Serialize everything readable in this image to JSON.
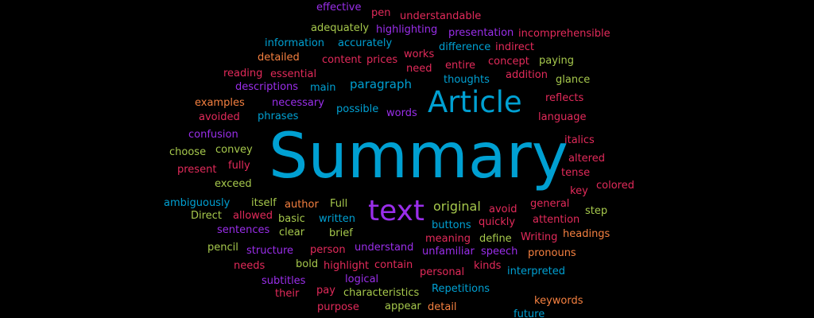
{
  "palette": {
    "cyan": "#00a0d2",
    "red": "#e22a5a",
    "orange": "#f58040",
    "green": "#a6c84c",
    "purple": "#9a2eea"
  },
  "words": [
    {
      "text": "Summary",
      "color": "cyan"
    },
    {
      "text": "Article",
      "color": "cyan"
    },
    {
      "text": "text",
      "color": "purple"
    },
    {
      "text": "paragraph",
      "color": "cyan"
    },
    {
      "text": "original",
      "color": "green"
    },
    {
      "text": "effective",
      "color": "purple"
    },
    {
      "text": "pen",
      "color": "red"
    },
    {
      "text": "understandable",
      "color": "red"
    },
    {
      "text": "adequately",
      "color": "green"
    },
    {
      "text": "highlighting",
      "color": "purple"
    },
    {
      "text": "presentation",
      "color": "purple"
    },
    {
      "text": "incomprehensible",
      "color": "red"
    },
    {
      "text": "information",
      "color": "cyan"
    },
    {
      "text": "accurately",
      "color": "cyan"
    },
    {
      "text": "difference",
      "color": "cyan"
    },
    {
      "text": "indirect",
      "color": "red"
    },
    {
      "text": "detailed",
      "color": "orange"
    },
    {
      "text": "content",
      "color": "red"
    },
    {
      "text": "prices",
      "color": "red"
    },
    {
      "text": "works",
      "color": "red"
    },
    {
      "text": "concept",
      "color": "red"
    },
    {
      "text": "paying",
      "color": "green"
    },
    {
      "text": "entire",
      "color": "red"
    },
    {
      "text": "reading",
      "color": "red"
    },
    {
      "text": "essential",
      "color": "red"
    },
    {
      "text": "need",
      "color": "red"
    },
    {
      "text": "addition",
      "color": "red"
    },
    {
      "text": "thoughts",
      "color": "cyan"
    },
    {
      "text": "glance",
      "color": "green"
    },
    {
      "text": "descriptions",
      "color": "purple"
    },
    {
      "text": "main",
      "color": "cyan"
    },
    {
      "text": "reflects",
      "color": "red"
    },
    {
      "text": "examples",
      "color": "orange"
    },
    {
      "text": "necessary",
      "color": "purple"
    },
    {
      "text": "possible",
      "color": "cyan"
    },
    {
      "text": "avoided",
      "color": "red"
    },
    {
      "text": "phrases",
      "color": "cyan"
    },
    {
      "text": "words",
      "color": "purple"
    },
    {
      "text": "language",
      "color": "red"
    },
    {
      "text": "confusion",
      "color": "purple"
    },
    {
      "text": "italics",
      "color": "red"
    },
    {
      "text": "choose",
      "color": "green"
    },
    {
      "text": "convey",
      "color": "green"
    },
    {
      "text": "altered",
      "color": "red"
    },
    {
      "text": "present",
      "color": "red"
    },
    {
      "text": "fully",
      "color": "red"
    },
    {
      "text": "tense",
      "color": "red"
    },
    {
      "text": "exceed",
      "color": "green"
    },
    {
      "text": "key",
      "color": "red"
    },
    {
      "text": "colored",
      "color": "red"
    },
    {
      "text": "ambiguously",
      "color": "cyan"
    },
    {
      "text": "itself",
      "color": "green"
    },
    {
      "text": "author",
      "color": "orange"
    },
    {
      "text": "Full",
      "color": "green"
    },
    {
      "text": "general",
      "color": "red"
    },
    {
      "text": "avoid",
      "color": "red"
    },
    {
      "text": "step",
      "color": "green"
    },
    {
      "text": "Direct",
      "color": "green"
    },
    {
      "text": "allowed",
      "color": "red"
    },
    {
      "text": "basic",
      "color": "green"
    },
    {
      "text": "written",
      "color": "cyan"
    },
    {
      "text": "quickly",
      "color": "red"
    },
    {
      "text": "attention",
      "color": "red"
    },
    {
      "text": "sentences",
      "color": "purple"
    },
    {
      "text": "clear",
      "color": "green"
    },
    {
      "text": "brief",
      "color": "green"
    },
    {
      "text": "buttons",
      "color": "cyan"
    },
    {
      "text": "headings",
      "color": "orange"
    },
    {
      "text": "meaning",
      "color": "red"
    },
    {
      "text": "define",
      "color": "green"
    },
    {
      "text": "Writing",
      "color": "red"
    },
    {
      "text": "pencil",
      "color": "green"
    },
    {
      "text": "structure",
      "color": "purple"
    },
    {
      "text": "person",
      "color": "red"
    },
    {
      "text": "understand",
      "color": "purple"
    },
    {
      "text": "unfamiliar",
      "color": "purple"
    },
    {
      "text": "speech",
      "color": "purple"
    },
    {
      "text": "pronouns",
      "color": "orange"
    },
    {
      "text": "needs",
      "color": "red"
    },
    {
      "text": "bold",
      "color": "green"
    },
    {
      "text": "highlight",
      "color": "red"
    },
    {
      "text": "contain",
      "color": "red"
    },
    {
      "text": "kinds",
      "color": "red"
    },
    {
      "text": "interpreted",
      "color": "cyan"
    },
    {
      "text": "personal",
      "color": "red"
    },
    {
      "text": "subtitles",
      "color": "purple"
    },
    {
      "text": "logical",
      "color": "purple"
    },
    {
      "text": "their",
      "color": "red"
    },
    {
      "text": "pay",
      "color": "red"
    },
    {
      "text": "characteristics",
      "color": "green"
    },
    {
      "text": "Repetitions",
      "color": "cyan"
    },
    {
      "text": "keywords",
      "color": "orange"
    },
    {
      "text": "purpose",
      "color": "red"
    },
    {
      "text": "appear",
      "color": "green"
    },
    {
      "text": "detail",
      "color": "orange"
    },
    {
      "text": "future",
      "color": "cyan"
    }
  ]
}
